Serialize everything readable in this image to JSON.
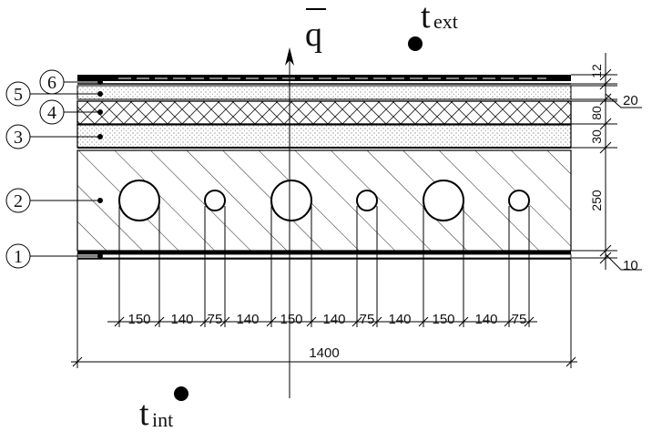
{
  "symbols": {
    "heat_flux": "q",
    "t_ext_main": "t",
    "t_ext_sub": "ext",
    "t_int_main": "t",
    "t_int_sub": "int"
  },
  "layer_markers": [
    "1",
    "2",
    "3",
    "4",
    "5",
    "6"
  ],
  "thickness_labels": {
    "l6": "12",
    "l5": "20",
    "l4": "80",
    "l3": "30",
    "l2": "250",
    "l1": "10"
  },
  "bottom_dimensions": [
    "150",
    "140",
    "75",
    "140",
    "150",
    "140",
    "75",
    "140",
    "150",
    "140",
    "75"
  ],
  "total_width": "1400"
}
